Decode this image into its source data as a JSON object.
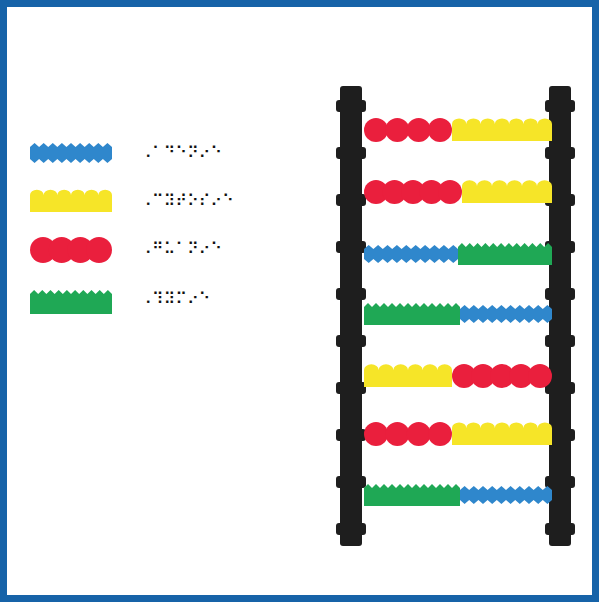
{
  "diagram": {
    "legend": [
      {
        "text": "⠠⠁⠙⠑⠝⠔⠑",
        "color": "#2f87cc"
      },
      {
        "text": "⠠⠉⠽⠞⠕⠎⠔⠑",
        "color": "#f6e528"
      },
      {
        "text": "⠠⠛⠥⠁⠝⠔⠑",
        "color": "#ea1f3d"
      },
      {
        "text": "⠠⠹⠽⠍⠔⠑",
        "color": "#1fa855"
      }
    ]
  }
}
